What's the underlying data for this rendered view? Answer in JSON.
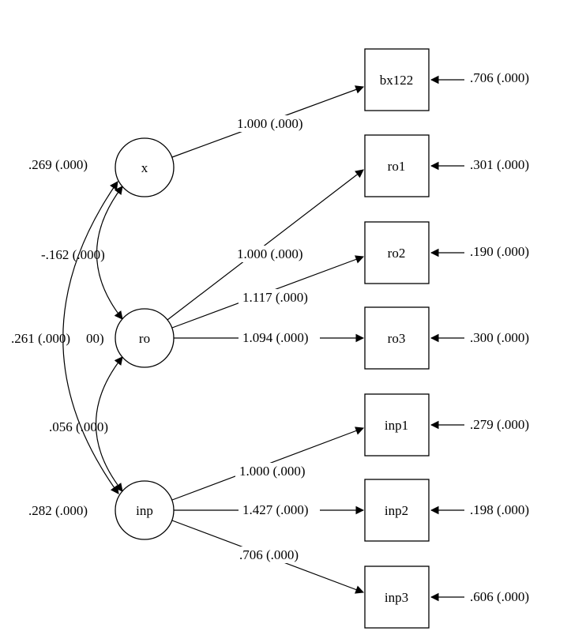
{
  "latent_nodes": [
    {
      "id": "x",
      "label": "x"
    },
    {
      "id": "ro",
      "label": "ro"
    },
    {
      "id": "inp",
      "label": "inp"
    }
  ],
  "observed_nodes": [
    {
      "id": "bx122",
      "label": "bx122",
      "error": ".706 (.000)"
    },
    {
      "id": "ro1",
      "label": "ro1",
      "error": ".301 (.000)"
    },
    {
      "id": "ro2",
      "label": "ro2",
      "error": ".190 (.000)"
    },
    {
      "id": "ro3",
      "label": "ro3",
      "error": ".300 (.000)"
    },
    {
      "id": "inp1",
      "label": "inp1",
      "error": ".279 (.000)"
    },
    {
      "id": "inp2",
      "label": "inp2",
      "error": ".198 (.000)"
    },
    {
      "id": "inp3",
      "label": "inp3",
      "error": ".606 (.000)"
    }
  ],
  "loadings": [
    {
      "from": "x",
      "to": "bx122",
      "label": "1.000 (.000)"
    },
    {
      "from": "ro",
      "to": "ro1",
      "label": "1.000 (.000)"
    },
    {
      "from": "ro",
      "to": "ro2",
      "label": "1.117 (.000)"
    },
    {
      "from": "ro",
      "to": "ro3",
      "label": "1.094 (.000)"
    },
    {
      "from": "inp",
      "to": "inp1",
      "label": "1.000 (.000)"
    },
    {
      "from": "inp",
      "to": "inp2",
      "label": "1.427 (.000)"
    },
    {
      "from": "inp",
      "to": "inp3",
      "label": ".706 (.000)"
    }
  ],
  "variances_covariances": [
    {
      "name": "variance-x",
      "label": ".269 (.000)"
    },
    {
      "name": "covariance-x-ro",
      "label": "-.162 (.000)"
    },
    {
      "name": "variance-ro",
      "label": ".261 (.000)"
    },
    {
      "name": "overlapped-label-fragment",
      "label": "00)"
    },
    {
      "name": "covariance-ro-inp",
      "label": ".056 (.000)"
    },
    {
      "name": "variance-inp",
      "label": ".282 (.000)"
    }
  ],
  "colors": {
    "stroke": "#000000",
    "background": "#ffffff"
  }
}
